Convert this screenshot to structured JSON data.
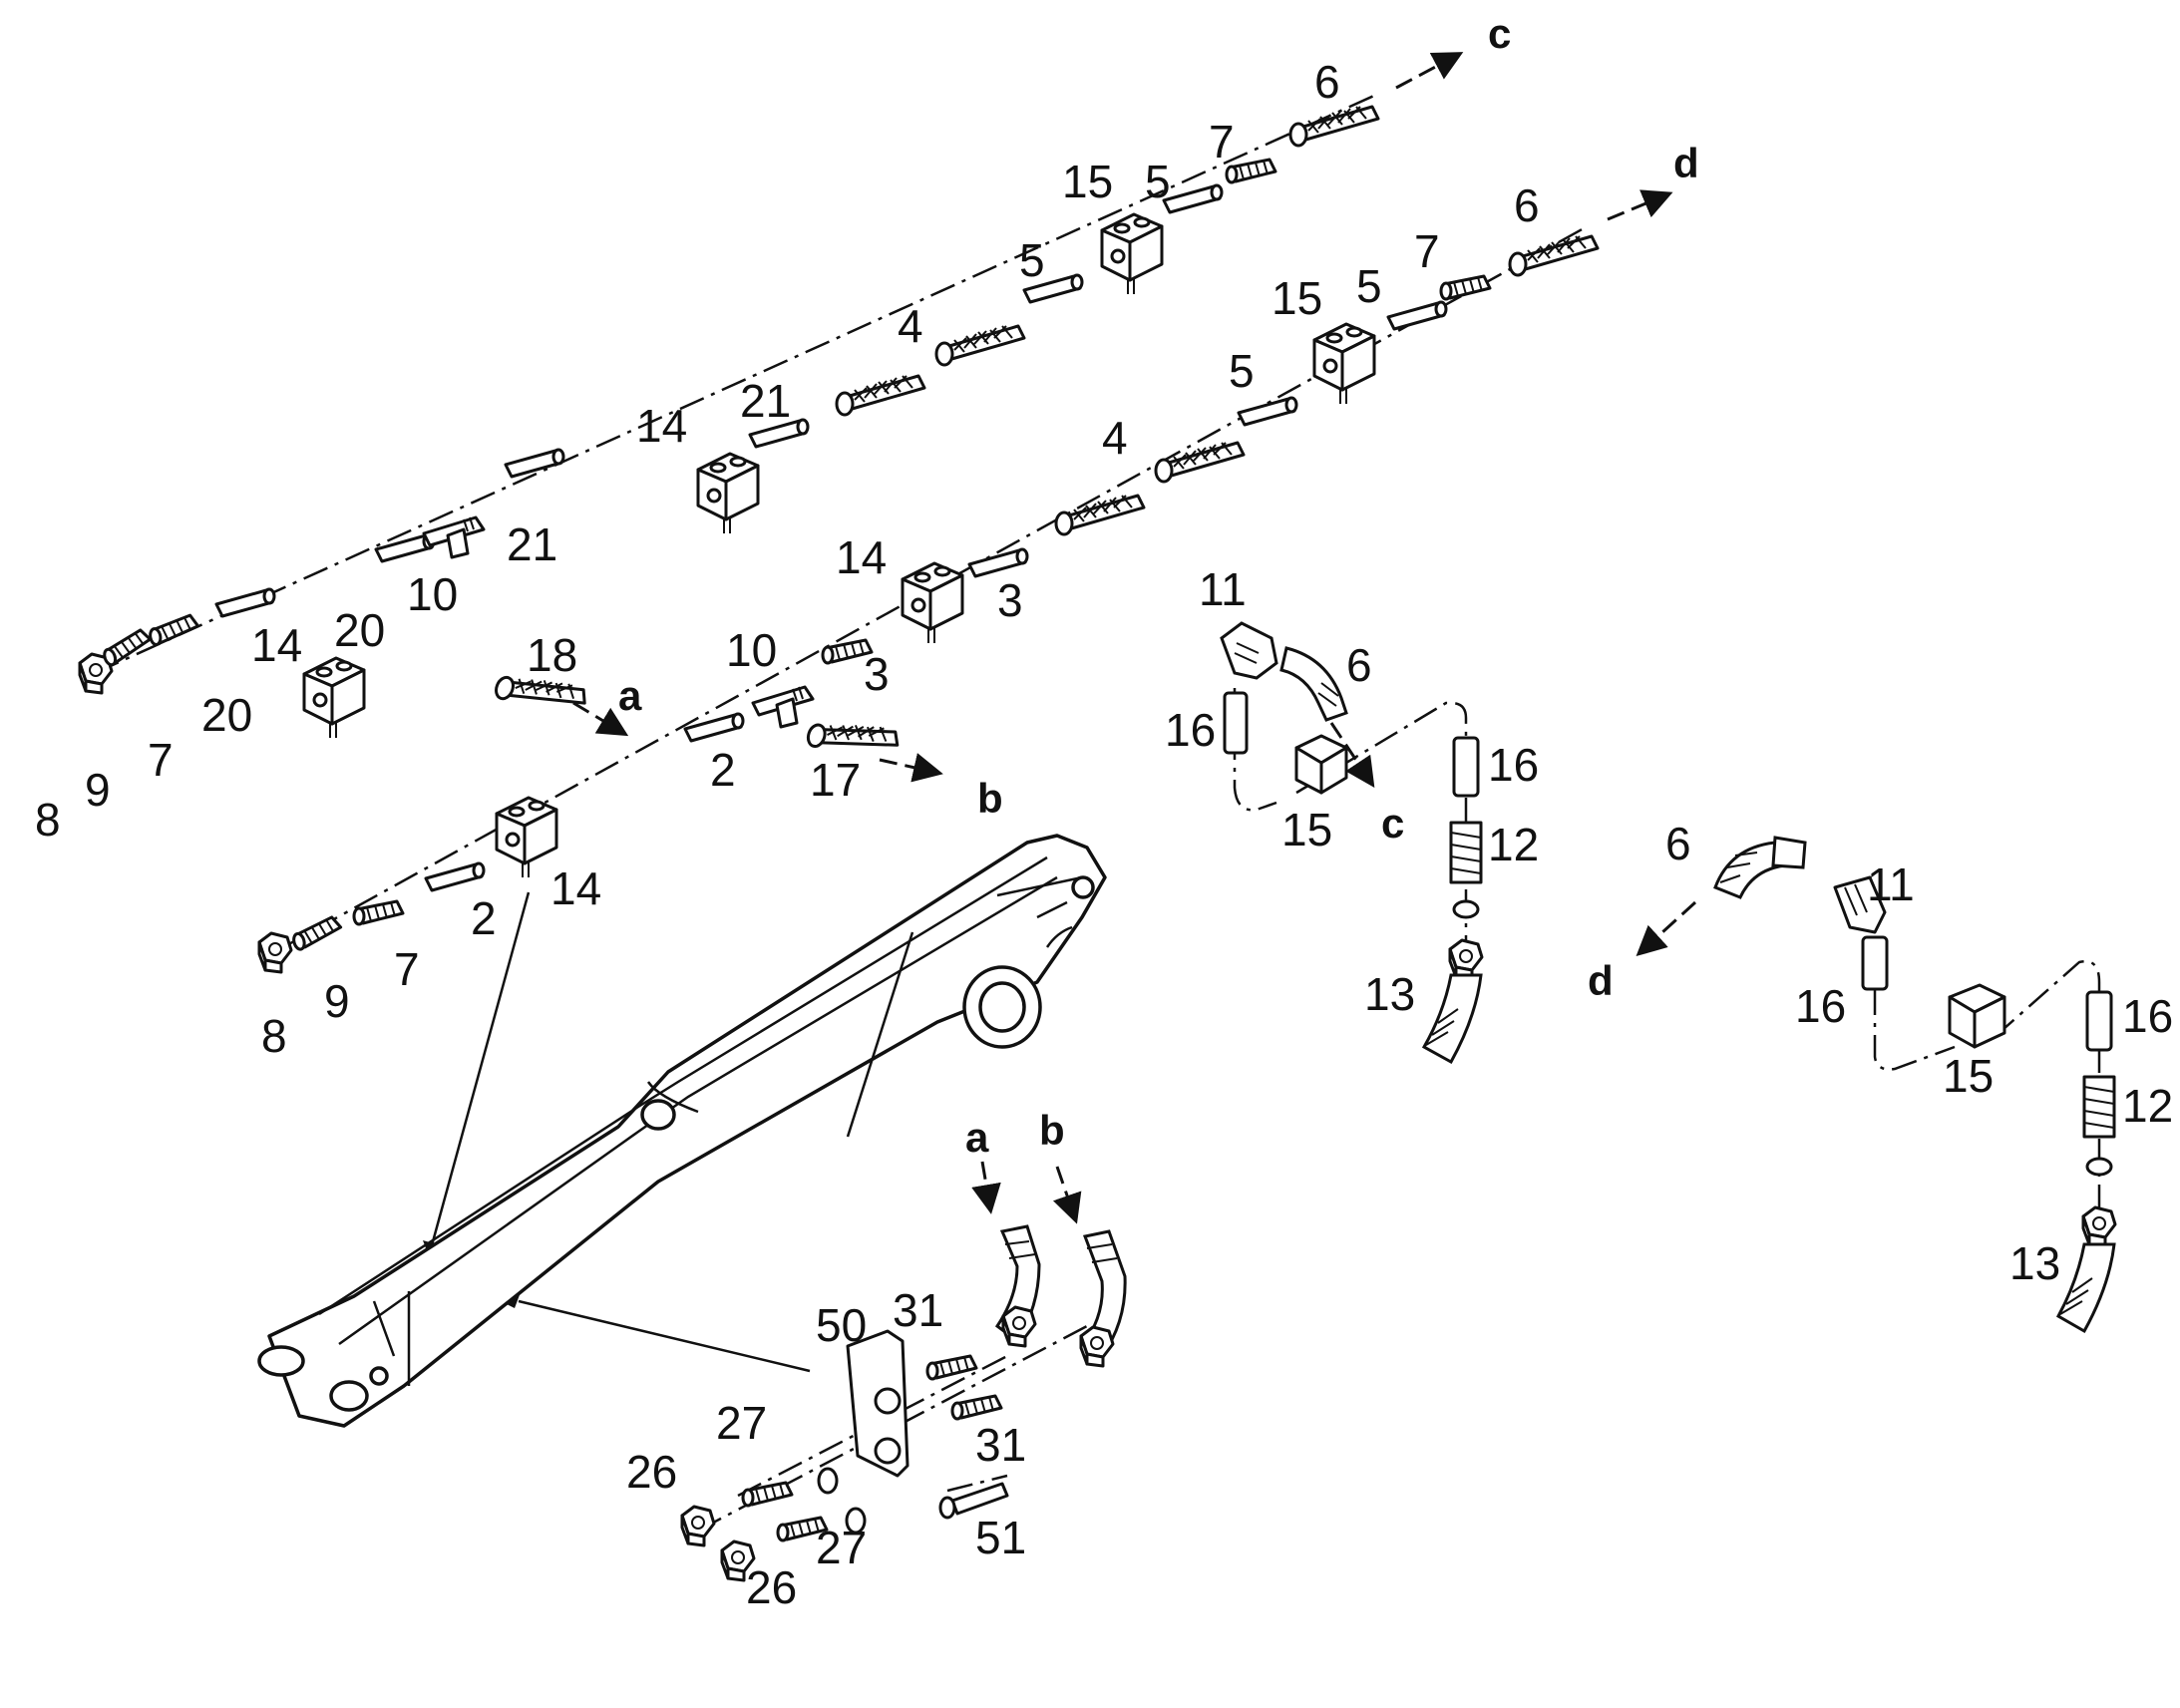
{
  "diagram": {
    "callouts": [
      "8",
      "9",
      "7",
      "20",
      "20",
      "14",
      "10",
      "21",
      "18",
      "14",
      "21",
      "4",
      "5",
      "15",
      "5",
      "7",
      "6",
      "10",
      "2",
      "17",
      "14",
      "3",
      "3",
      "4",
      "5",
      "15",
      "5",
      "7",
      "6",
      "14",
      "2",
      "7",
      "9",
      "8",
      "11",
      "6",
      "16",
      "15",
      "16",
      "12",
      "13",
      "6",
      "11",
      "16",
      "15",
      "16",
      "12",
      "13",
      "50",
      "31",
      "31",
      "27",
      "26",
      "27",
      "26",
      "51"
    ],
    "letters": [
      "c",
      "d",
      "a",
      "b",
      "c",
      "d",
      "a",
      "b"
    ],
    "line_color": "#111111",
    "background": "#ffffff"
  }
}
